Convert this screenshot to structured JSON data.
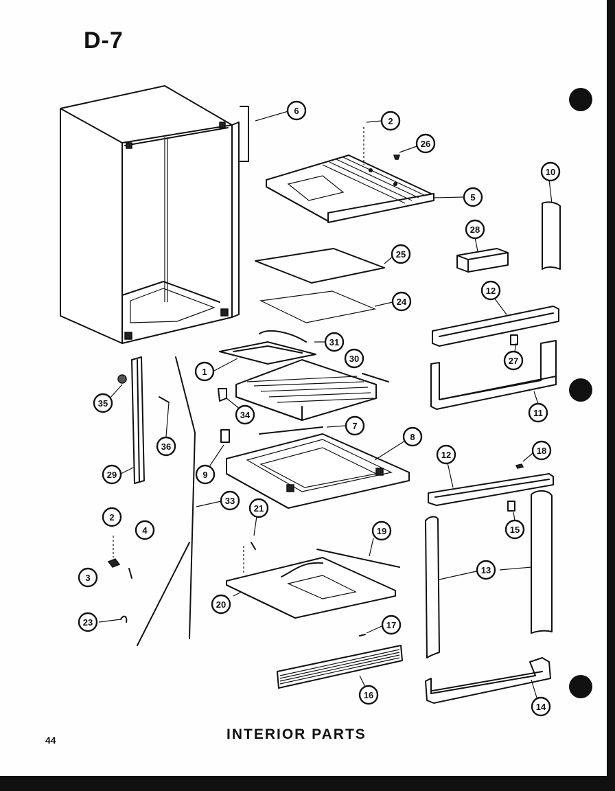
{
  "page": {
    "section_label": "D-7",
    "title": "INTERIOR PARTS",
    "page_number": "44"
  },
  "callouts": [
    "6",
    "2",
    "26",
    "5",
    "10",
    "28",
    "25",
    "24",
    "12",
    "27",
    "31",
    "30",
    "1",
    "11",
    "35",
    "34",
    "36",
    "7",
    "8",
    "9",
    "29",
    "12",
    "18",
    "33",
    "21",
    "15",
    "2",
    "4",
    "19",
    "13",
    "3",
    "20",
    "23",
    "17",
    "16",
    "14"
  ]
}
